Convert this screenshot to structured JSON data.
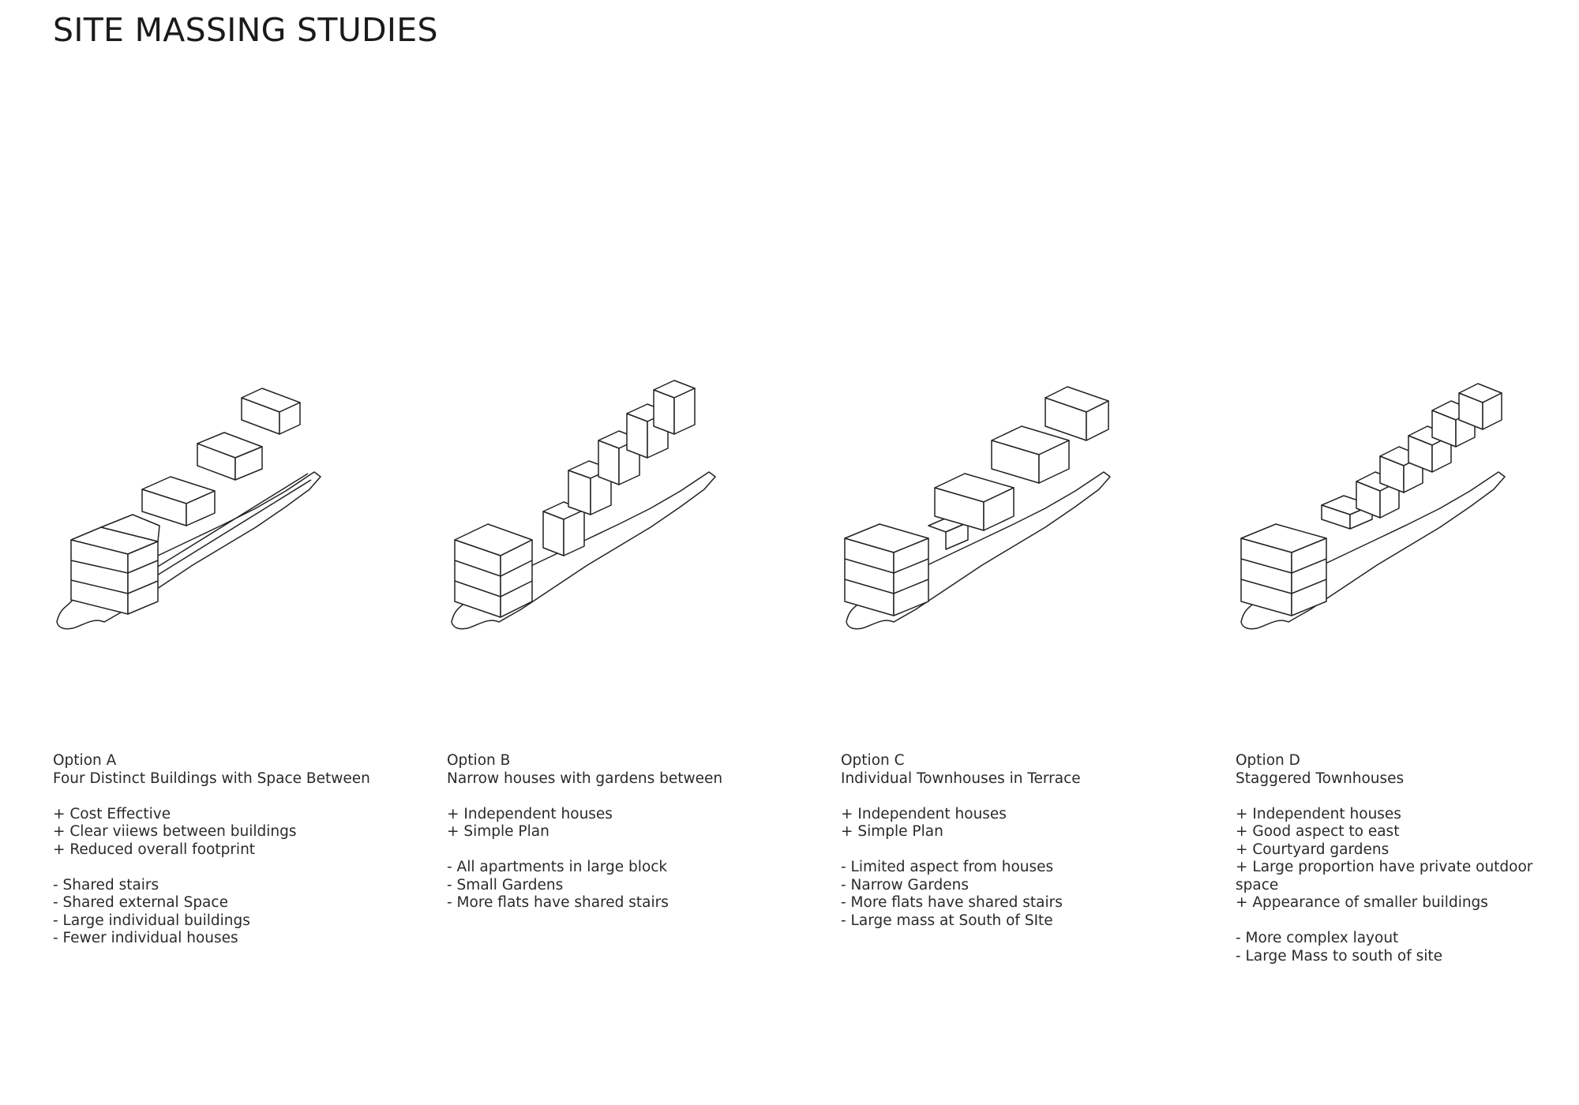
{
  "page": {
    "title": "SITE MASSING STUDIES"
  },
  "options": [
    {
      "name": "Option A",
      "subtitle": "Four Distinct Buildings with Space Between",
      "pros": [
        "+ Cost Effective",
        "+ Clear viiews between buildings",
        "+ Reduced overall footprint"
      ],
      "cons": [
        "- Shared stairs",
        "- Shared external Space",
        "- Large individual buildings",
        "- Fewer individual houses"
      ]
    },
    {
      "name": "Option B",
      "subtitle": "Narrow houses with gardens between",
      "pros": [
        "+ Independent houses",
        "+ Simple Plan"
      ],
      "cons": [
        "- All apartments in large block",
        "- Small Gardens",
        "- More flats have shared stairs"
      ]
    },
    {
      "name": "Option C",
      "subtitle": "Individual Townhouses in Terrace",
      "pros": [
        "+ Independent houses",
        "+ Simple Plan"
      ],
      "cons": [
        "- Limited aspect from houses",
        "- Narrow Gardens",
        "- More flats have shared stairs",
        "- Large mass at South of SIte"
      ]
    },
    {
      "name": "Option D",
      "subtitle": "Staggered Townhouses",
      "pros": [
        "+ Independent houses",
        "+ Good aspect to east",
        "+ Courtyard gardens",
        "+ Large proportion have private outdoor space",
        "+ Appearance of smaller buildings"
      ],
      "cons": [
        "- More complex layout",
        "- Large Mass to south of site"
      ]
    }
  ],
  "colors": {
    "line": "#222222",
    "text": "#2a2a2a",
    "background": "#ffffff"
  }
}
